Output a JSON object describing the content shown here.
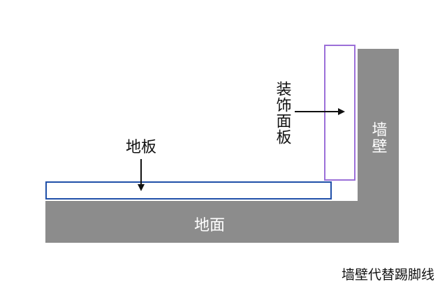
{
  "labels": {
    "floorboard": "地板",
    "decorative_panel": "装饰面板",
    "wall": "墙壁",
    "ground": "地面"
  },
  "caption": "墙壁代替踢脚线",
  "colors": {
    "background": "#ffffff",
    "concrete": "#8c8c8c",
    "floorboard_outline": "#1f4fa8",
    "panel_outline": "#9b6fd8",
    "arrow": "#111111",
    "label_dark": "#111111",
    "label_light": "#ffffff"
  }
}
